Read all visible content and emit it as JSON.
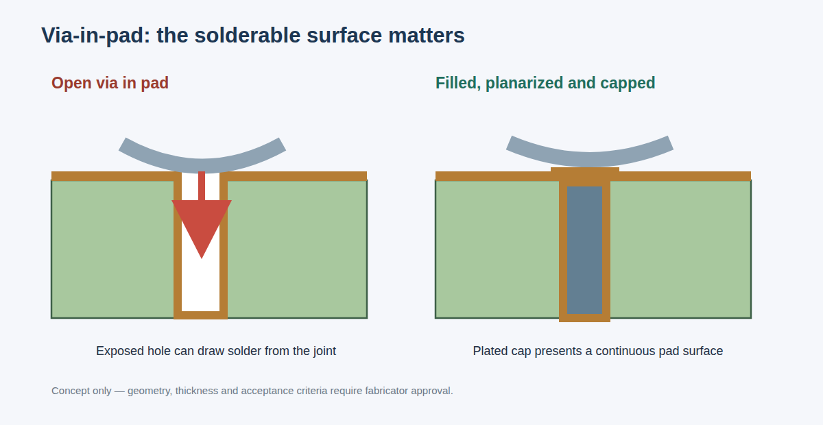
{
  "diagram": {
    "title": "Via-in-pad: the solderable surface matters",
    "caption": "Concept only — geometry, thickness and acceptance criteria require fabricator approval.",
    "labels": [
      "Open via in pad",
      "Filled, planarized and capped",
      "Exposed hole can draw solder from the joint",
      "Plated cap presents a continuous pad surface"
    ]
  }
}
